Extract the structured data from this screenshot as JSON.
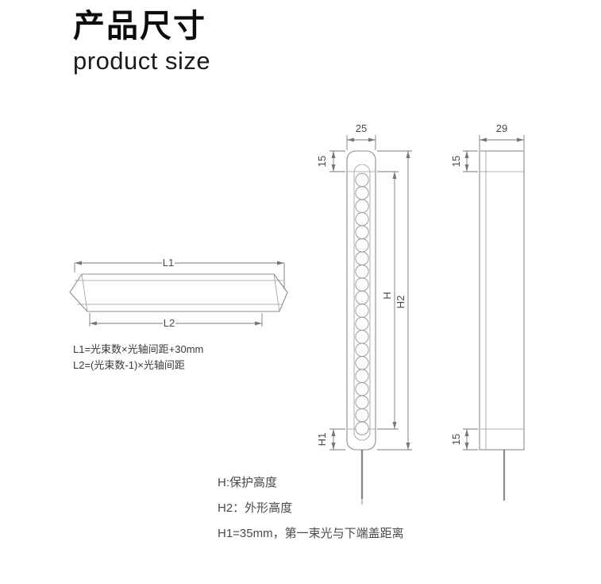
{
  "header": {
    "title_cn": "产品尺寸",
    "title_en": "product size"
  },
  "profile_drawing": {
    "dim_l1": "L1",
    "dim_l2": "L2",
    "formula_l1": "L1=光束数×光轴间距+30mm",
    "formula_l2": "L2=(光束数-1)×光轴间距"
  },
  "front_view": {
    "width_label": "25",
    "top_cap_label": "15",
    "h_label": "H",
    "h2_label": "H2",
    "h1_label": "H1",
    "lens_count": 20
  },
  "side_view": {
    "width_label": "29",
    "top_cap_label": "15",
    "bottom_cap_label": "15"
  },
  "notes": [
    "H:保护高度",
    "H2：外形高度",
    "H1=35mm，第一束光与下端盖距离"
  ],
  "colors": {
    "line": "#8c8c8c",
    "dimension": "#7a7a7a",
    "text": "#4a4a4a",
    "title": "#0d0d0d"
  }
}
